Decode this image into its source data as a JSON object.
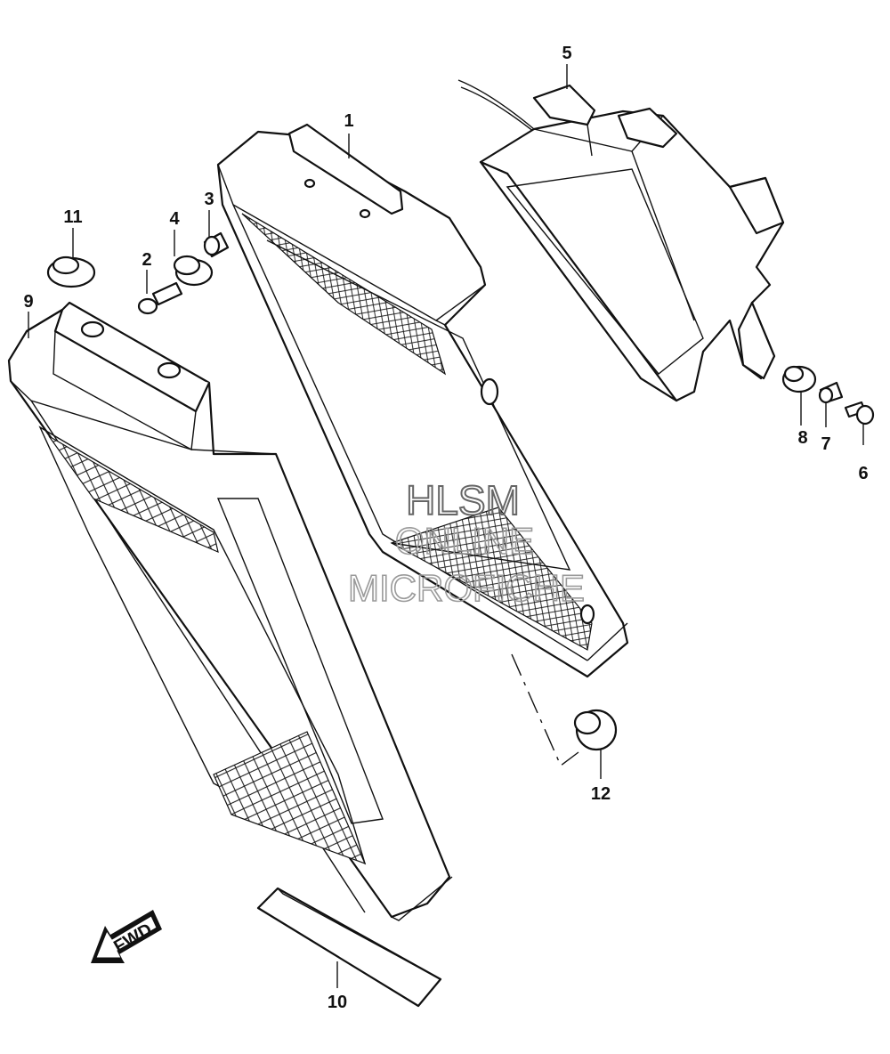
{
  "diagram": {
    "callouts": [
      {
        "id": "1",
        "label": "1"
      },
      {
        "id": "2",
        "label": "2"
      },
      {
        "id": "3",
        "label": "3"
      },
      {
        "id": "4",
        "label": "4"
      },
      {
        "id": "5",
        "label": "5"
      },
      {
        "id": "6",
        "label": "6"
      },
      {
        "id": "7",
        "label": "7"
      },
      {
        "id": "8",
        "label": "8"
      },
      {
        "id": "9",
        "label": "9"
      },
      {
        "id": "10",
        "label": "10"
      },
      {
        "id": "11",
        "label": "11"
      },
      {
        "id": "12",
        "label": "12"
      }
    ],
    "direction_arrow": {
      "label": "FWD",
      "icon": "fwd-arrow-icon"
    },
    "watermark": {
      "line1": "HLSM",
      "line2": "ONLINE",
      "line3": "MICROFICHE"
    }
  }
}
